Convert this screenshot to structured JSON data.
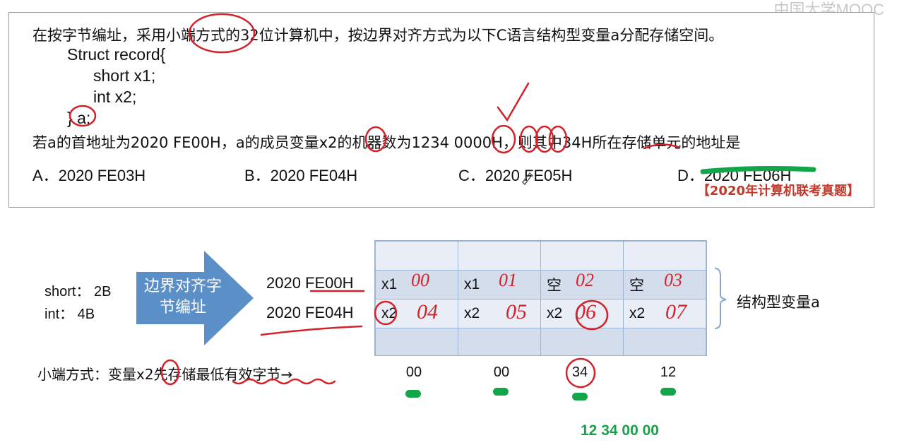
{
  "watermark": "中国大学MOOC",
  "question": {
    "line1": "在按字节编址，采用小端方式的32位计算机中，按边界对齐方式为以下C语言结构型变量a分配存储空间。",
    "code": [
      "Struct record{",
      "short   x1;",
      "int     x2;",
      "} a;"
    ],
    "line2": "若a的首地址为2020 FE00H，a的成员变量x2的机器数为1234 0000H，则其中34H所在存储单元的地址是",
    "options": [
      "A．2020 FE03H",
      "B．2020 FE04H",
      "C．2020 FE05H",
      "D．2020 FE06H"
    ],
    "source": "【2020年计算机联考真题】"
  },
  "diagram": {
    "sizes": [
      "short：  2B",
      "int：  4B"
    ],
    "arrow_text": "边界对齐字节编址",
    "addresses": [
      "2020 FE00H",
      "2020 FE04H"
    ],
    "row1": [
      "x1",
      "x1",
      "空",
      "空"
    ],
    "row2": [
      "x2",
      "x2",
      "x2",
      "x2"
    ],
    "row1_notes": [
      "00",
      "01",
      "02",
      "03"
    ],
    "row2_notes": [
      "04",
      "05",
      "06",
      "07"
    ],
    "struct_label": "结构型变量a",
    "little_endian_text": "小端方式：变量x2先存储最低有效字节→",
    "bytes": [
      "00",
      "00",
      "34",
      "12"
    ],
    "result": "12 34 00 00"
  }
}
